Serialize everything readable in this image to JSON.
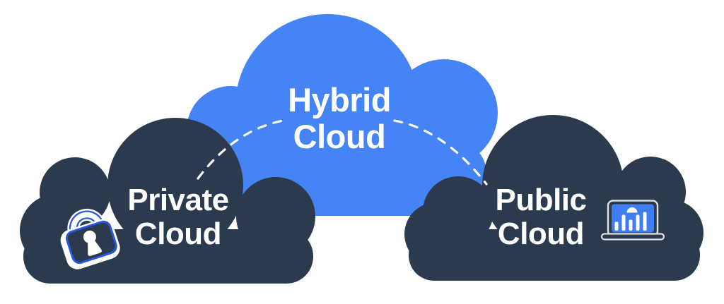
{
  "diagram": {
    "title": "Hybrid Cloud diagram",
    "clouds": [
      {
        "id": "private",
        "label_line1": "Private",
        "label_line2": "Cloud",
        "color": "#2C3A4E",
        "icon": "padlock-icon"
      },
      {
        "id": "hybrid",
        "label_line1": "Hybrid",
        "label_line2": "Cloud",
        "color": "#4584F4",
        "icon": ""
      },
      {
        "id": "public",
        "label_line1": "Public",
        "label_line2": "Cloud",
        "color": "#2C3A4E",
        "icon": "laptop-bar-chart-icon"
      }
    ],
    "connections": [
      {
        "from": "private",
        "to": "hybrid",
        "style": "dashed",
        "color": "#FFFFFF"
      },
      {
        "from": "hybrid",
        "to": "public",
        "style": "dashed",
        "color": "#FFFFFF"
      }
    ],
    "colors": {
      "hybrid_blue": "#4584F4",
      "cloud_navy": "#2C3A4E",
      "lock_outline_blue": "#2857E0",
      "screen_blue": "#3F7EF0",
      "icon_trim_gray": "#DDE1E6",
      "text_white": "#FFFFFF",
      "background": "#FFFFFF"
    }
  }
}
